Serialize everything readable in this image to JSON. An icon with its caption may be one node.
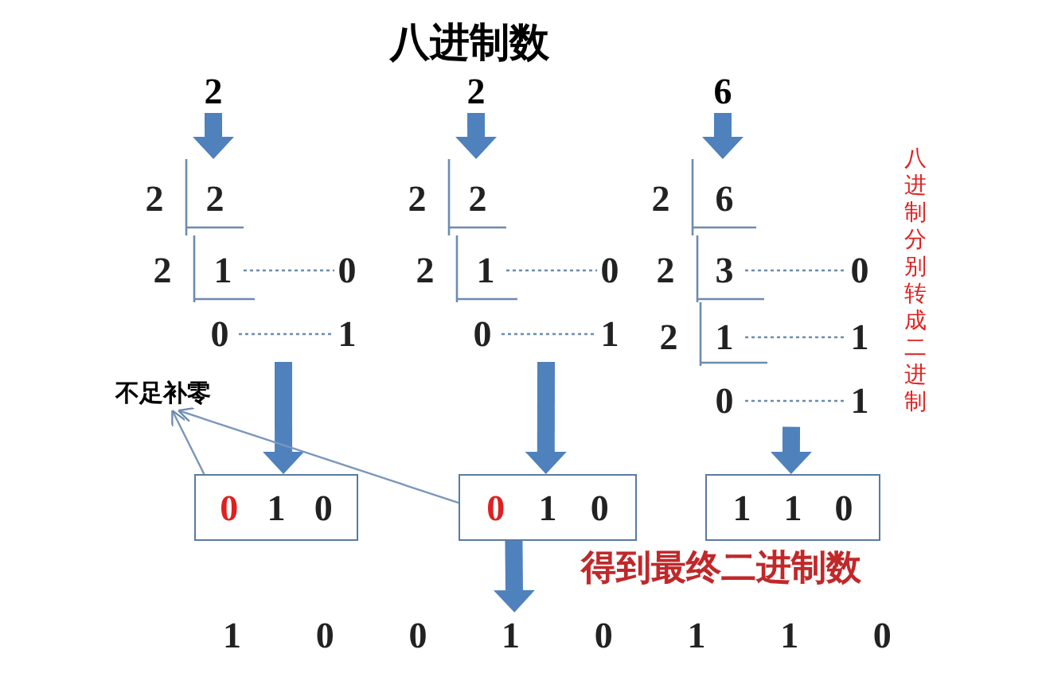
{
  "diagram": {
    "title": "八进制数",
    "nodes": [
      {
        "text": [
          "2"
        ]
      },
      {
        "text": [
          "2"
        ]
      },
      {
        "text": [
          "6"
        ]
      },
      {
        "text": [
          "2",
          "2",
          "2",
          "1",
          "0",
          "0",
          "1"
        ]
      },
      {
        "text": [
          "2",
          "2",
          "2",
          "1",
          "0",
          "0",
          "1"
        ]
      },
      {
        "text": [
          "2",
          "6",
          "2",
          "3",
          "0",
          "2",
          "1",
          "1",
          "0",
          "1"
        ]
      },
      {
        "text": [
          "不足补零"
        ]
      },
      {
        "text": [
          "0",
          "1",
          "0"
        ]
      },
      {
        "text": [
          "0",
          "1",
          "0"
        ]
      },
      {
        "text": [
          "1",
          "1",
          "0"
        ]
      },
      {
        "text": [
          "1",
          "0",
          "0",
          "1",
          "0",
          "1",
          "1",
          "0"
        ]
      }
    ],
    "edges": [
      {
        "from": 0,
        "to": 3,
        "arrow": "to"
      },
      {
        "from": 1,
        "to": 4,
        "arrow": "to"
      },
      {
        "from": 2,
        "to": 5,
        "arrow": "to"
      },
      {
        "from": 3,
        "to": 7,
        "arrow": "to"
      },
      {
        "from": 4,
        "to": 8,
        "arrow": "to"
      },
      {
        "from": 5,
        "to": 9,
        "arrow": "to"
      },
      {
        "from": 7,
        "to": 6,
        "arrow": "to",
        "color": "#7a96bc"
      },
      {
        "from": 8,
        "to": 6,
        "arrow": "to",
        "color": "#7a96bc"
      },
      {
        "from": 8,
        "to": 10,
        "arrow": "to"
      }
    ],
    "labels": [
      "八进制分别转成二进制",
      "得到最终二进制数"
    ]
  }
}
